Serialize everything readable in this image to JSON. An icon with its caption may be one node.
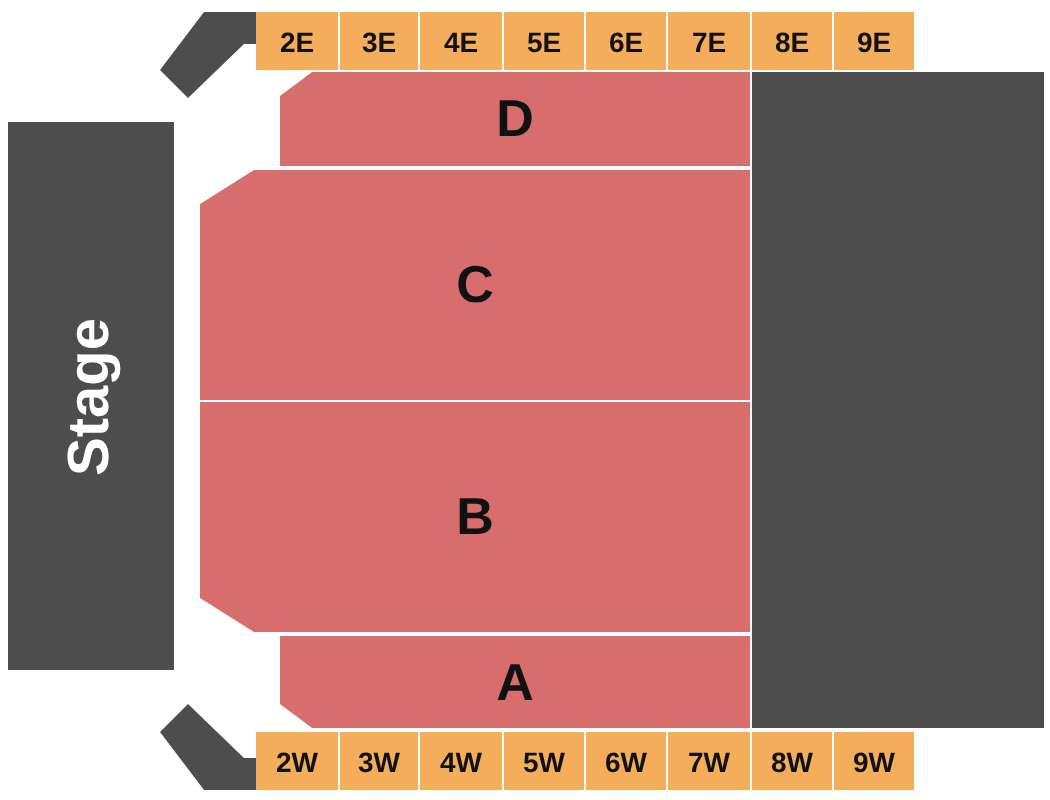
{
  "diagram": {
    "nodes": [
      {
        "text": [
          "Stage"
        ]
      },
      {
        "text": [
          "2E"
        ]
      },
      {
        "text": [
          "3E"
        ]
      },
      {
        "text": [
          "4E"
        ]
      },
      {
        "text": [
          "5E"
        ]
      },
      {
        "text": [
          "6E"
        ]
      },
      {
        "text": [
          "7E"
        ]
      },
      {
        "text": [
          "8E"
        ]
      },
      {
        "text": [
          "9E"
        ]
      },
      {
        "text": [
          "D"
        ]
      },
      {
        "text": [
          "C"
        ]
      },
      {
        "text": [
          "B"
        ]
      },
      {
        "text": [
          "A"
        ]
      },
      {
        "text": [
          "2W"
        ]
      },
      {
        "text": [
          "3W"
        ]
      },
      {
        "text": [
          "4W"
        ]
      },
      {
        "text": [
          "5W"
        ]
      },
      {
        "text": [
          "6W"
        ]
      },
      {
        "text": [
          "7W"
        ]
      },
      {
        "text": [
          "8W"
        ]
      },
      {
        "text": [
          "9W"
        ]
      },
      {
        "text": [],
        "shape": "box"
      }
    ]
  }
}
